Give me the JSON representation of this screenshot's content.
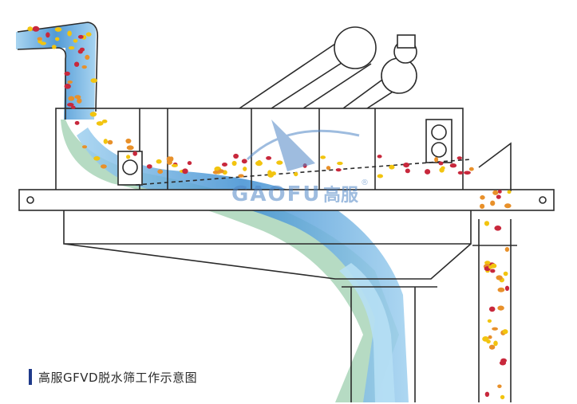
{
  "caption": {
    "text": "高服GFVD脱水筛工作示意图",
    "bar_color": "#1f3a8a"
  },
  "watermark": {
    "latin": "GAOFU",
    "chinese": "高服",
    "registered": "®"
  },
  "colors": {
    "outline": "#2b2b2b",
    "machine_fill": "#ffffff",
    "flow_blue_dark": "#3f8fd2",
    "flow_blue_light": "#9fd0ef",
    "flow_green": "#a9d5b8",
    "particle_red": "#c8283c",
    "particle_yellow": "#f2c40f",
    "particle_orange": "#e8902a",
    "watermark": "#4f86c6"
  },
  "icons": [
    "vibration-motor-icon",
    "watermark-logo-icon"
  ]
}
